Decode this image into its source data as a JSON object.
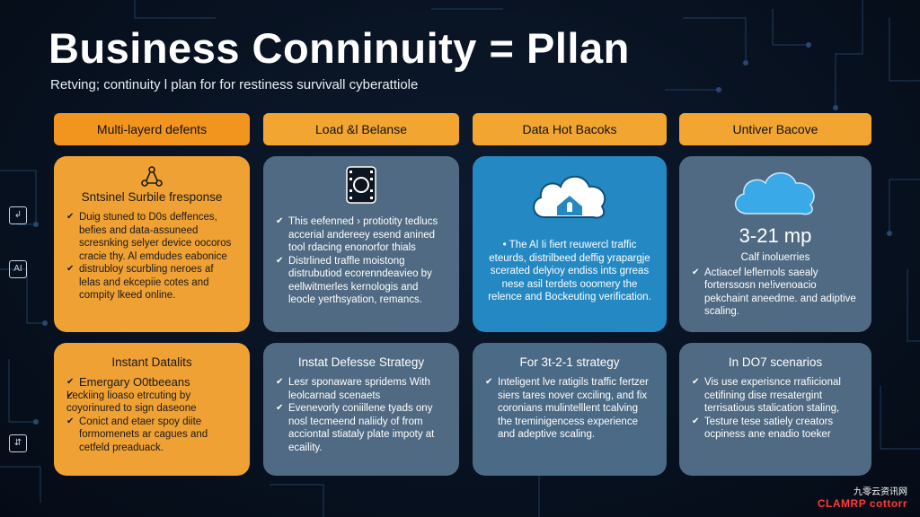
{
  "title": "Business Conninuity = Pllan",
  "subtitle": "Retving; continuity l plan for for restiness survivall cyberattiole",
  "colors": {
    "orange": "#f0a133",
    "slate": "#4f6a82",
    "blue": "#2488c2",
    "header": "#f2a531"
  },
  "columns": [
    {
      "header": "Multi-layerd defents",
      "top": {
        "icon": "nodes-icon",
        "heading": "Sntsinel Surbile fresponse",
        "bullets": [
          "Duig stuned to D0s deffences, befies and data-assuneed scresnking selyer device oocoros cracie thy. Al emdudes eabonice",
          "distrubloy scurbling neroes af lelas and ekcepiie cotes and compity lkeed online."
        ]
      },
      "bottom": {
        "heading": "Instant Datalits",
        "subheading": "Emergary O0tbeeans",
        "bullets": [
          "Leckiing lioaso etrcuting by coyorinured to sign daseone",
          "Conict and etaer spoy diite formomenets ar cagues and cetfeld preaduack."
        ]
      }
    },
    {
      "header": "Load &l Belanse",
      "top": {
        "icon": "film-reel-icon",
        "bullets": [
          "This eefenned › protiotity tedlucs accerial andereey esend anined tool rdacing enonorfor thials",
          "Distrlined traffle moistong distrubutiod ecorenndeavieo by eellwitmerles kernologis and leocle yerthsyation, remancs."
        ]
      },
      "bottom": {
        "heading": "Instat Defesse Strategy",
        "bullets": [
          "Lesr sponaware spridems With leolcarnad scenaets",
          "Evenevorly coniillene tyads ony nosl tecmeend naliidy of from acciontal stiataly plate impoty at ecaility."
        ]
      }
    },
    {
      "header": "Data Hot Bacoks",
      "top": {
        "icon": "cloud-lock-icon",
        "text": "• The Al Ii fiert reuwercl traffic eteurds, distrilbeed deffig yrapargje scerated delyioy endiss ints grreas nese asil terdets ooomery the relence and Bockeuting verification."
      },
      "bottom": {
        "heading": "For 3t-2-1 strategy",
        "bullets": [
          "Inteligent lve ratigils traffic fertzer siers tares nover cxciling, and fix coronians mulintelllent tcalving the treminigencess experience and adeptive scaling."
        ]
      }
    },
    {
      "header": "Untiver Bacove",
      "top": {
        "icon": "cloud-icon",
        "big": "3-21 mp",
        "caption": "Calf inoluerries",
        "bullets": [
          "Actiacef leflernols saealy forterssosn ne!ivenoacio pekchaint aneedme. and adiptive scaling."
        ]
      },
      "bottom": {
        "heading": "In DO7 scenarios",
        "bullets": [
          "Vis use experisnce rrafiicional cetifining dise rresatergint terrisatious stalication staling,",
          "Testure tese satiely creators ocpiness ane enadio toeker"
        ]
      }
    }
  ],
  "side_icons": [
    "arrow-icon",
    "ai-icon",
    "link-icon"
  ],
  "side_labels": [
    "↲",
    "AI",
    "⇵"
  ],
  "watermark": {
    "line1": "九零云资讯网",
    "line2": "CLAMRP cottorr"
  }
}
